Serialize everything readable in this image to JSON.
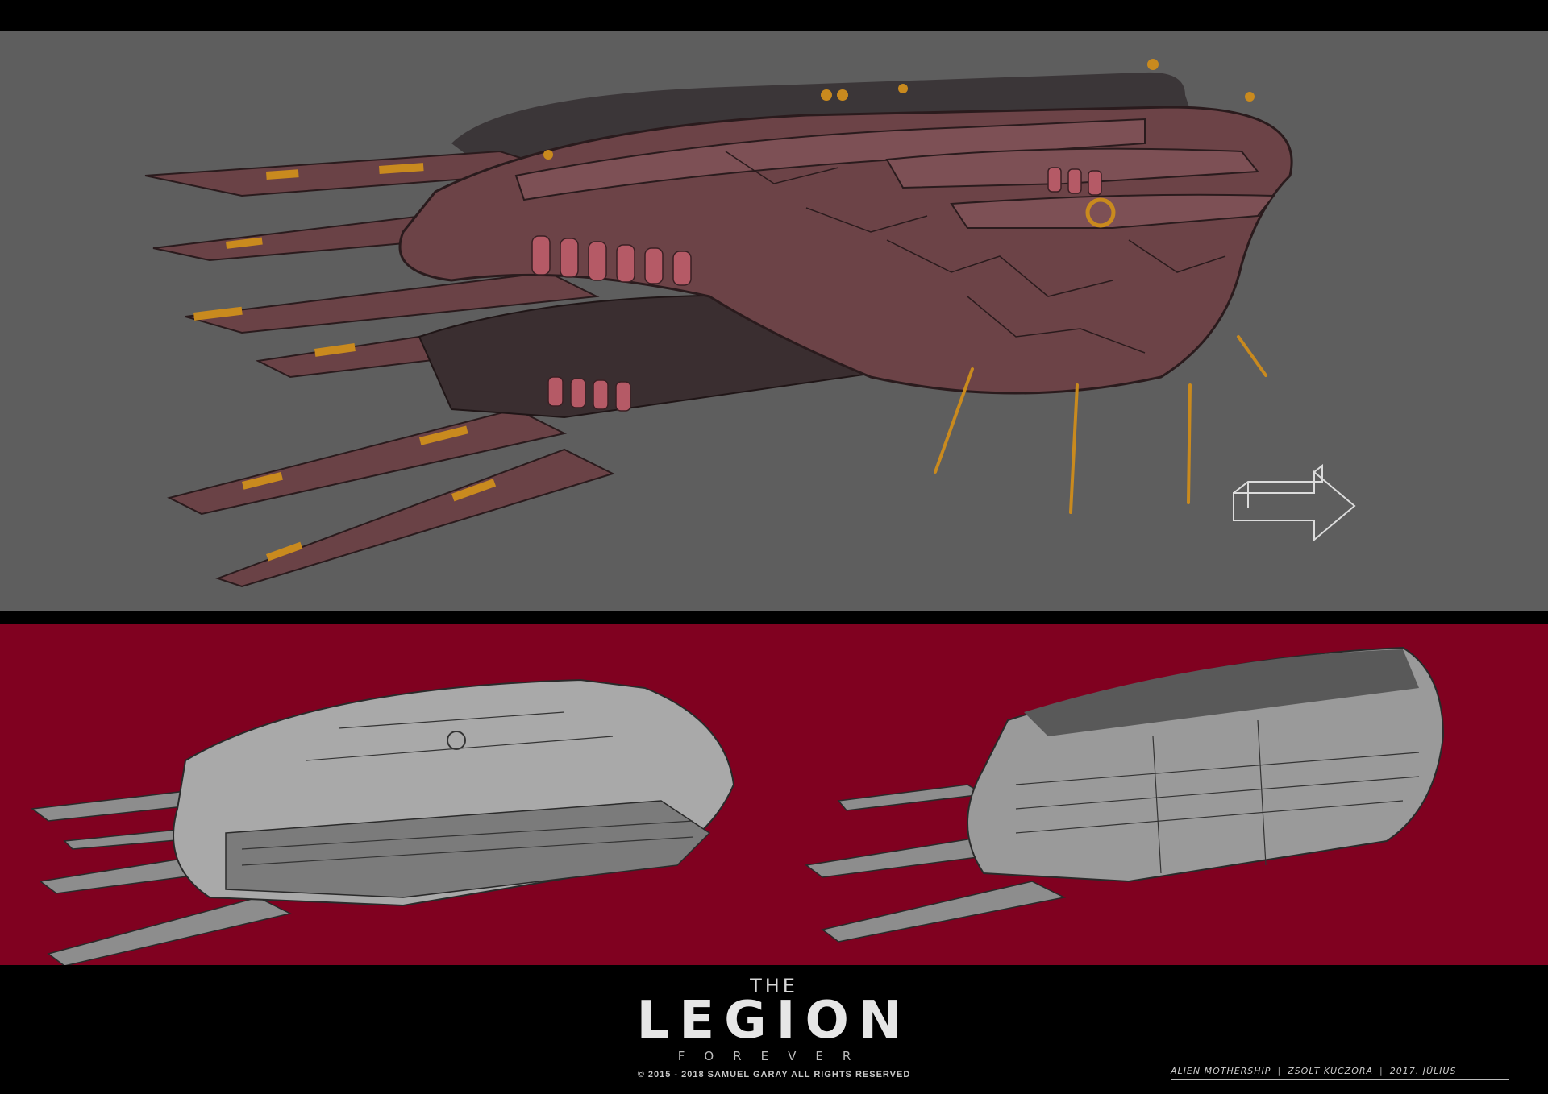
{
  "colors": {
    "top_panel_bg": "#5e5e5e",
    "bottom_panel_bg": "#800120",
    "hull": "#6c4347",
    "hull_accent": "#c98a1e",
    "ribs": "#b55a66",
    "sketch_grey": "#9a9a9a",
    "frame": "#000000"
  },
  "logo": {
    "line1": "THE",
    "wordmark": "LEGION",
    "tagline": "FOREVER"
  },
  "copyright": "© 2015 - 2018 SAMUEL GARAY ALL RIGHTS RESERVED",
  "signature": {
    "title": "ALIEN MOTHERSHIP",
    "artist": "ZSOLT KUCZORA",
    "date": "2017. JÚLIUS"
  },
  "icons": {
    "direction": "outline-arrow-right-icon"
  }
}
